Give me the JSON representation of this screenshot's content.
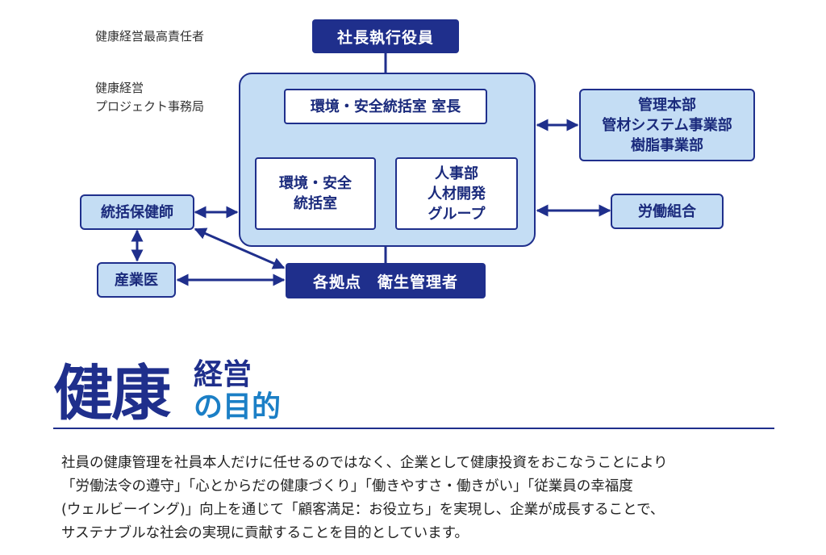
{
  "labels": {
    "top_left": "健康経営最高責任者",
    "office_line1": "健康経営",
    "office_line2": "プロジェクト事務局"
  },
  "nodes": {
    "president": "社長執行役員",
    "env_head": "環境・安全統括室 室長",
    "env_office_1": "環境・安全",
    "env_office_2": "統括室",
    "hr_1": "人事部",
    "hr_2": "人材開発",
    "hr_3": "グループ",
    "mgmt_1": "管理本部",
    "mgmt_2": "管材システム事業部",
    "mgmt_3": "樹脂事業部",
    "union": "労働組合",
    "nurse": "統括保健師",
    "doctor": "産業医",
    "sites": "各拠点　衛生管理者"
  },
  "heading": {
    "big": "健康",
    "small1": "経営",
    "small2": "の目的"
  },
  "body": {
    "line1": "社員の健康管理を社員本人だけに任せるのではなく、企業として健康投資をおこなうことにより",
    "line2": "「労働法令の遵守」「心とからだの健康づくり」「働きやすさ・働きがい」「従業員の幸福度",
    "line3": "(ウェルビーイング)」向上を通じて「顧客満足：お役立ち」を実現し、企業が成長することで、",
    "line4": "サステナブルな社会の実現に貢献することを目的としています。"
  },
  "colors": {
    "navy": "#1f2f8c",
    "light_blue": "#c4ddf4",
    "accent_blue": "#1b7fc6"
  }
}
